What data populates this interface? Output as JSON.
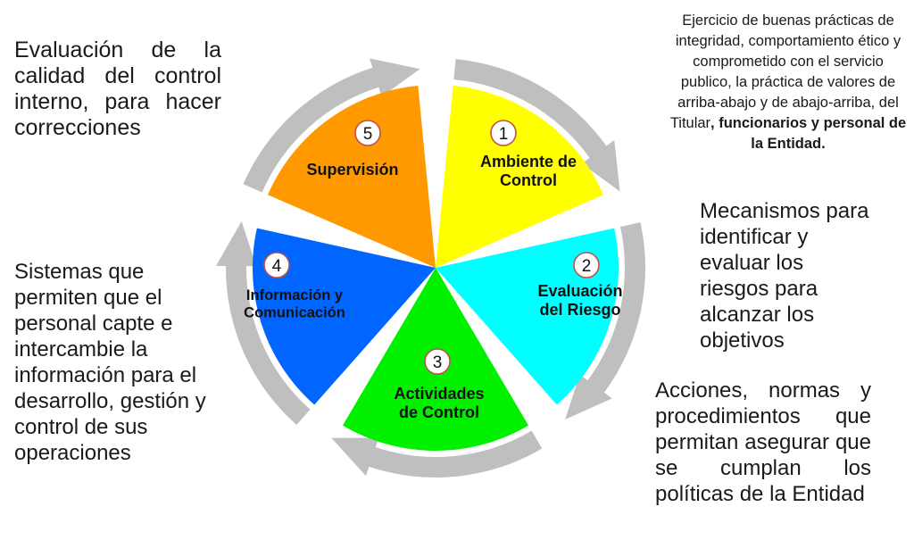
{
  "components": [
    {
      "number": "1",
      "label_lines": [
        "Ambiente de",
        "Control"
      ],
      "color": "#ffff00",
      "description_normal": "Ejercicio de buenas prácticas de integridad, comportamiento ético y comprometido con el servicio publico, la práctica de valores de arriba-abajo y de abajo-arriba, del Titular",
      "description_bold": ", funcionarios y personal de la Entidad."
    },
    {
      "number": "2",
      "label_lines": [
        "Evaluación",
        "del Riesgo"
      ],
      "color": "#00ffff",
      "description": "Mecanismos para identificar y evaluar los riesgos para alcanzar los objetivos"
    },
    {
      "number": "3",
      "label_lines": [
        "Actividades",
        "de Control"
      ],
      "color": "#00f000",
      "description": "Acciones, normas y procedimientos que permitan asegurar que se cumplan los políticas de la Entidad"
    },
    {
      "number": "4",
      "label_lines": [
        "Información y",
        "Comunicación"
      ],
      "color": "#0066ff",
      "description": "Sistemas que permiten que el personal capte e intercambie la información para el desarrollo, gestión y control de sus operaciones"
    },
    {
      "number": "5",
      "label_lines": [
        "Supervisión"
      ],
      "color": "#ff9900",
      "description": "Evaluación de la calidad del control interno, para hacer correcciones"
    }
  ],
  "arrow_color": "#bfbfbf"
}
